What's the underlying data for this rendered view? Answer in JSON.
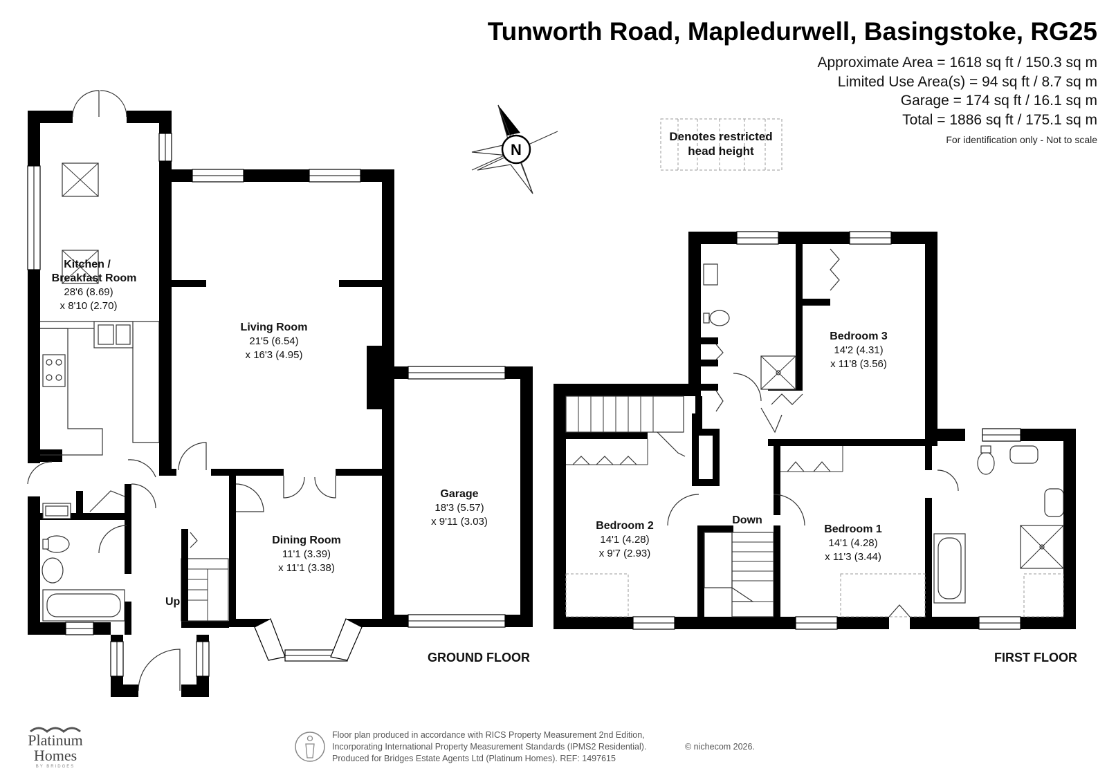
{
  "header": {
    "address": "Tunworth Road, Mapledurwell, Basingstoke, RG25",
    "areas": [
      "Approximate Area = 1618 sq ft / 150.3 sq m",
      "Limited Use Area(s) = 94 sq ft / 8.7 sq m",
      "Garage = 174 sq ft / 16.1 sq m",
      "Total = 1886 sq ft / 175.1 sq m"
    ],
    "disclaimer": "For identification only - Not to scale"
  },
  "compass": {
    "label": "N"
  },
  "legend": {
    "line1": "Denotes restricted",
    "line2": "head height"
  },
  "ground_floor": {
    "label": "GROUND FLOOR",
    "rooms": [
      {
        "name1": "Kitchen /",
        "name2": "Breakfast Room",
        "dim1": "28'6 (8.69)",
        "dim2": "x 8'10 (2.70)"
      },
      {
        "name1": "Living Room",
        "dim1": "21'5 (6.54)",
        "dim2": "x 16'3 (4.95)"
      },
      {
        "name1": "Dining Room",
        "dim1": "11'1 (3.39)",
        "dim2": "x 11'1 (3.38)"
      },
      {
        "name1": "Garage",
        "dim1": "18'3 (5.57)",
        "dim2": "x 9'11 (3.03)"
      }
    ],
    "stairs_label": "Up"
  },
  "first_floor": {
    "label": "FIRST FLOOR",
    "rooms": [
      {
        "name1": "Bedroom 3",
        "dim1": "14'2 (4.31)",
        "dim2": "x 11'8 (3.56)"
      },
      {
        "name1": "Bedroom 2",
        "dim1": "14'1 (4.28)",
        "dim2": "x 9'7 (2.93)"
      },
      {
        "name1": "Bedroom 1",
        "dim1": "14'1 (4.28)",
        "dim2": "x 11'3 (3.44)"
      }
    ],
    "stairs_label": "Down"
  },
  "footer": {
    "line1": "Floor plan produced in accordance with RICS Property Measurement 2nd Edition,",
    "line2": "Incorporating International Property Measurement Standards (IPMS2 Residential).",
    "line3": "Produced for Bridges Estate Agents Ltd (Platinum Homes).   REF: 1497615",
    "copyright": "© nichecom 2026."
  },
  "logo": {
    "line1": "Platinum",
    "line2": "Homes",
    "line3": "BY BRIDGES"
  }
}
